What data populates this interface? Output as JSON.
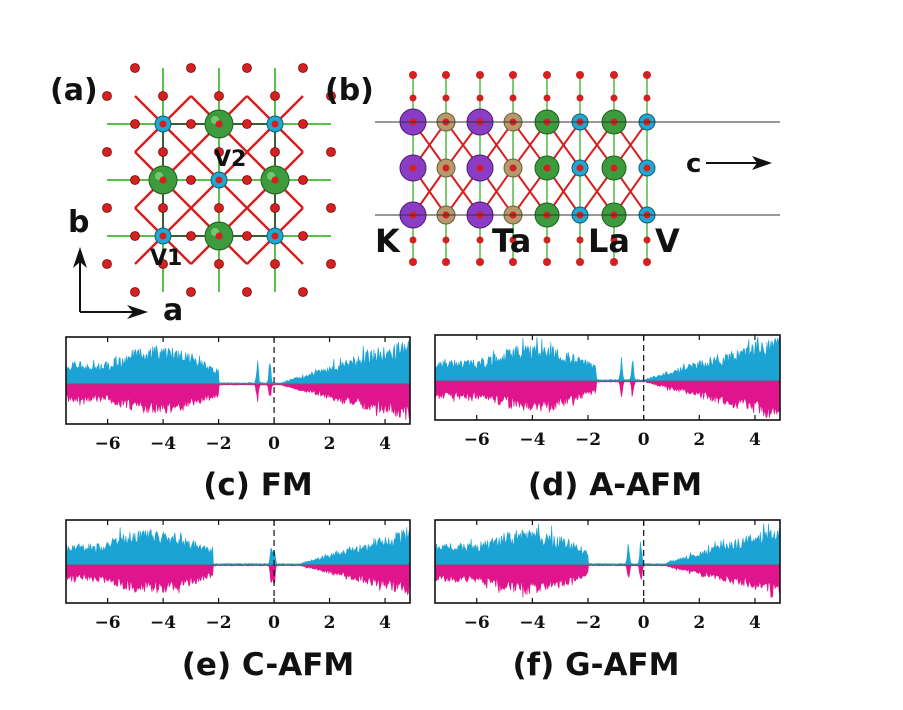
{
  "colors": {
    "spin_up": "#1aa3d4",
    "spin_down": "#e0148c",
    "oxygen": "#d42020",
    "vanadium": "#20a8d0",
    "lanthanum": "#3c9b3c",
    "tantalum": "#b59a6c",
    "potassium": "#8a3cc4",
    "bond_red": "#d42020",
    "bond_green": "#5cbf4c"
  },
  "structure_a": {
    "panel_label": "(a)",
    "site_labels": [
      "V2",
      "V1"
    ]
  },
  "structure_b": {
    "panel_label": "(b)",
    "element_labels": [
      "K",
      "Ta",
      "La",
      "V"
    ],
    "c_axis_label": "c"
  },
  "axes_inset": {
    "b_label": "b",
    "a_label": "a"
  },
  "chart_data": [
    {
      "type": "area",
      "caption": "(c) FM",
      "xticks": [
        -6,
        -4,
        -2,
        0,
        2,
        4
      ],
      "xlim": [
        -7.5,
        4.9
      ],
      "fermi_level": 0,
      "gap": [
        -2.0,
        0.3
      ],
      "midgap_peaks": [
        -0.6,
        -0.15
      ],
      "series": [
        {
          "values": "spin-up DOS"
        },
        {
          "values": "spin-down DOS"
        }
      ]
    },
    {
      "type": "area",
      "caption": "(d) A-AFM",
      "xticks": [
        -6,
        -4,
        -2,
        0,
        2,
        4
      ],
      "xlim": [
        -7.5,
        4.9
      ],
      "fermi_level": 0,
      "gap": [
        -1.7,
        0.1
      ],
      "midgap_peaks": [
        -0.8,
        -0.4
      ],
      "series": [
        {
          "values": "spin-up DOS"
        },
        {
          "values": "spin-down DOS"
        }
      ]
    },
    {
      "type": "area",
      "caption": "(e) C-AFM",
      "xticks": [
        -6,
        -4,
        -2,
        0,
        2,
        4
      ],
      "xlim": [
        -7.5,
        4.9
      ],
      "fermi_level": 0,
      "gap": [
        -2.2,
        1.0
      ],
      "midgap_peaks": [
        -0.1,
        0.0
      ],
      "series": [
        {
          "values": "spin-up DOS"
        },
        {
          "values": "spin-down DOS"
        }
      ]
    },
    {
      "type": "area",
      "caption": "(f) G-AFM",
      "xticks": [
        -6,
        -4,
        -2,
        0,
        2,
        4
      ],
      "xlim": [
        -7.5,
        4.9
      ],
      "fermi_level": 0,
      "gap": [
        -2.0,
        0.8
      ],
      "midgap_peaks": [
        -0.55,
        -0.1
      ],
      "series": [
        {
          "values": "spin-up DOS"
        },
        {
          "values": "spin-down DOS"
        }
      ]
    }
  ]
}
